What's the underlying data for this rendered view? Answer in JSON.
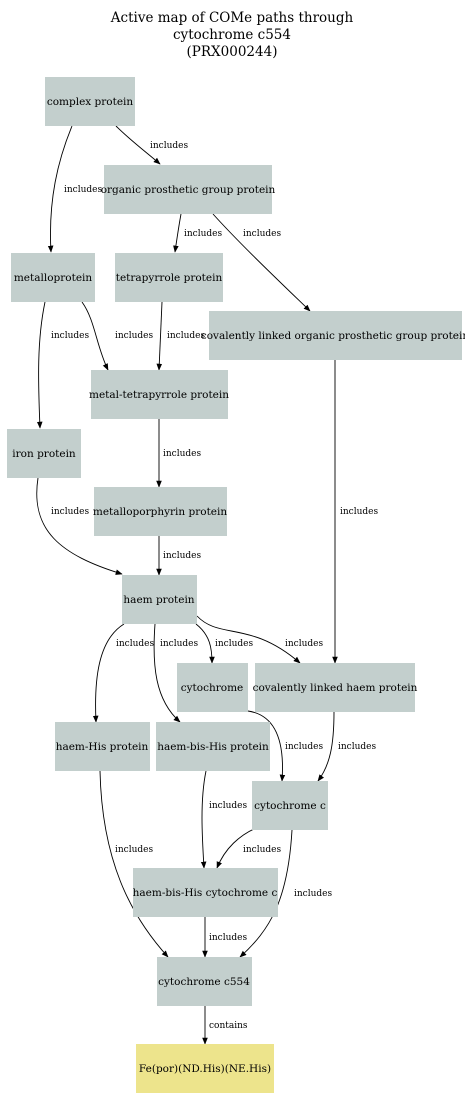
{
  "title": {
    "line1": "Active map of COMe paths through",
    "line2": "cytochrome c554",
    "line3": "(PRX000244)"
  },
  "nodes": {
    "complex_protein": "complex protein",
    "organic_prosthetic": "organic prosthetic group protein",
    "metalloprotein": "metalloprotein",
    "tetrapyrrole": "tetrapyrrole protein",
    "covalently_linked_ogp": "covalently linked organic prosthetic group protein",
    "metal_tetrapyrrole": "metal-tetrapyrrole protein",
    "iron_protein": "iron protein",
    "metalloporphyrin": "metalloporphyrin protein",
    "haem_protein": "haem protein",
    "cytochrome": "cytochrome",
    "covalently_linked_haem": "covalently linked haem protein",
    "haem_his": "haem-His protein",
    "haem_bis_his": "haem-bis-His protein",
    "cytochrome_c": "cytochrome c",
    "haem_bis_his_cyt_c": "haem-bis-His cytochrome c",
    "cytochrome_c554": "cytochrome c554",
    "fe_por": "Fe(por)(ND.His)(NE.His)"
  },
  "edge_labels": {
    "includes": "includes",
    "contains": "contains"
  },
  "colors": {
    "node_fill": "#c3cfcd",
    "highlight_fill": "#ede48c"
  }
}
